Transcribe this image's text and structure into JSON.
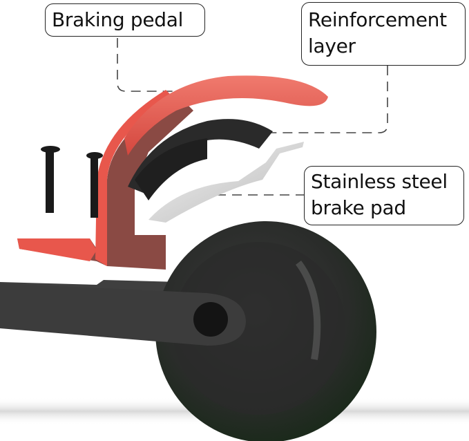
{
  "image": {
    "subject": "Scooter rear brake assembly exploded view",
    "background_color": "#ffffff"
  },
  "callouts": [
    {
      "id": "braking-pedal",
      "lines": [
        "Braking pedal"
      ]
    },
    {
      "id": "reinforcement-layer",
      "lines": [
        "Reinforcement",
        "layer"
      ]
    },
    {
      "id": "stainless-steel-brake-pad",
      "lines": [
        "Stainless steel",
        "brake pad"
      ]
    }
  ],
  "colors": {
    "pedal_red": "#e8574c",
    "pedal_shadow": "#8a4a44",
    "reinforcement_black": "#2a2a2a",
    "steel": "#d9d9d9",
    "wheel": "#2b2d2b",
    "wheel_tint": "#2f4a2f",
    "deck": "#3f3f3f",
    "leader_line": "#444444"
  }
}
